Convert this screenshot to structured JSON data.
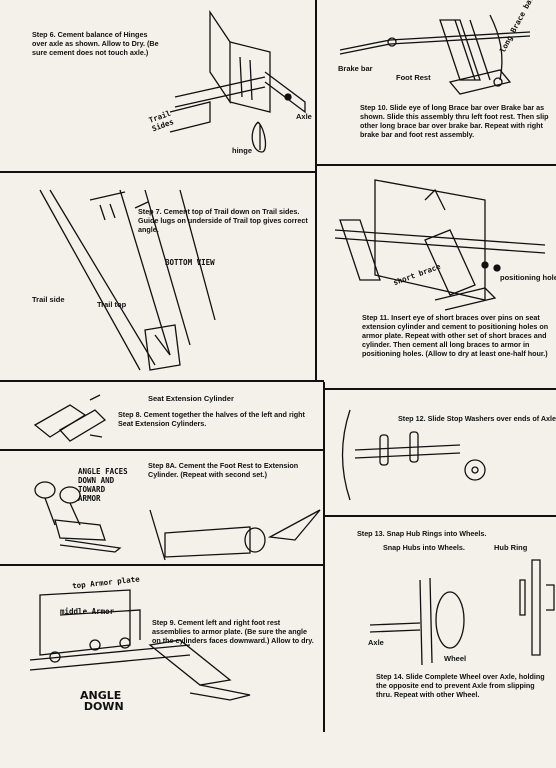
{
  "steps": {
    "s6": {
      "label": "Step 6.",
      "text": "Cement balance of Hinges over axle as shown. Allow to Dry. (Be sure cement does not touch axle.)"
    },
    "s7": {
      "label": "Step 7.",
      "text": "Cement top of Trail down on Trail sides. Guide lugs on underside of Trail top gives correct angle."
    },
    "s8": {
      "label": "Step 8.",
      "text": "Cement together the halves of the left and right Seat Extension Cylinders."
    },
    "s8a": {
      "label": "Step 8A.",
      "text": "Cement the Foot Rest to Extension Cylinder. (Repeat with second set.)"
    },
    "s9": {
      "label": "Step 9.",
      "text": "Cement left and right foot rest assemblies to armor plate. (Be sure the angle on the cylinders faces downward.) Allow to dry."
    },
    "s10": {
      "label": "Step 10.",
      "text": "Slide eye of long Brace bar over Brake bar as shown. Slide this assembly thru left foot rest. Then slip other long brace bar over brake bar. Repeat with right brake bar and foot rest assembly."
    },
    "s11": {
      "label": "Step 11.",
      "text": "Insert eye of short braces over pins on seat extension cylinder and cement to positioning holes on armor plate. Repeat with other set of short braces and cylinder. Then cement all long braces to armor in positioning holes. (Allow to dry at least one-half hour.)"
    },
    "s12": {
      "label": "Step 12.",
      "text": "Slide Stop Washers over ends of Axle"
    },
    "s13": {
      "label": "Step 13.",
      "text": "Snap Hub Rings into Wheels."
    },
    "s13b": {
      "text": "Snap Hubs into Wheels."
    },
    "s14": {
      "label": "Step 14.",
      "text": "Slide Complete Wheel over Axle, holding the opposite end to prevent Axle from slipping thru. Repeat with other Wheel."
    }
  },
  "labels": {
    "trail_sides": "Trail\nSides",
    "axle": "Axle",
    "hinge": "hinge",
    "brake_bar": "Brake bar",
    "foot_rest": "Foot Rest",
    "long_brace_bar": "long Brace bar",
    "bottom_view": "BOTTOM VIEW",
    "trail_side": "Trail side",
    "trail_top": "Trail top",
    "short_brace": "short brace",
    "positioning_holes": "positioning holes",
    "seat_extension_cylinder": "Seat Extension Cylinder",
    "angle_faces": "ANGLE FACES\nDOWN AND\nTOWARD\nARMOR",
    "top_armor_plate": "top Armor plate",
    "middle_armor": "middle Armor",
    "angle_down": "ANGLE\n DOWN",
    "hub_ring": "Hub Ring",
    "axle2": "Axle",
    "wheel": "Wheel"
  }
}
